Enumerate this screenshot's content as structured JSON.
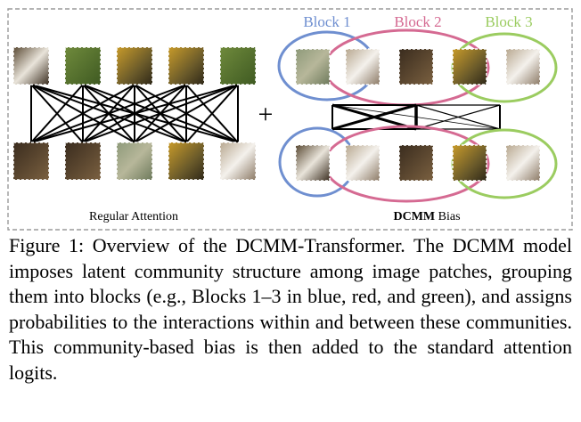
{
  "figure": {
    "left_label": "Regular Attention",
    "plus_sign": "+",
    "right_label_bold": "DCMM",
    "right_label_rest": " Bias",
    "blocks": [
      {
        "label": "Block 1",
        "color": "#6f8fd0"
      },
      {
        "label": "Block 2",
        "color": "#d56a92"
      },
      {
        "label": "Block 3",
        "color": "#9bcc60"
      }
    ]
  },
  "caption": {
    "text": "Figure 1: Overview of the DCMM-Transformer. The DCMM model imposes latent community structure among image patches, grouping them into blocks (e.g., Blocks 1–3 in blue, red, and green), and assigns probabilities to the interactions within and between these communities. This community-based bias is then added to the standard attention logits."
  }
}
